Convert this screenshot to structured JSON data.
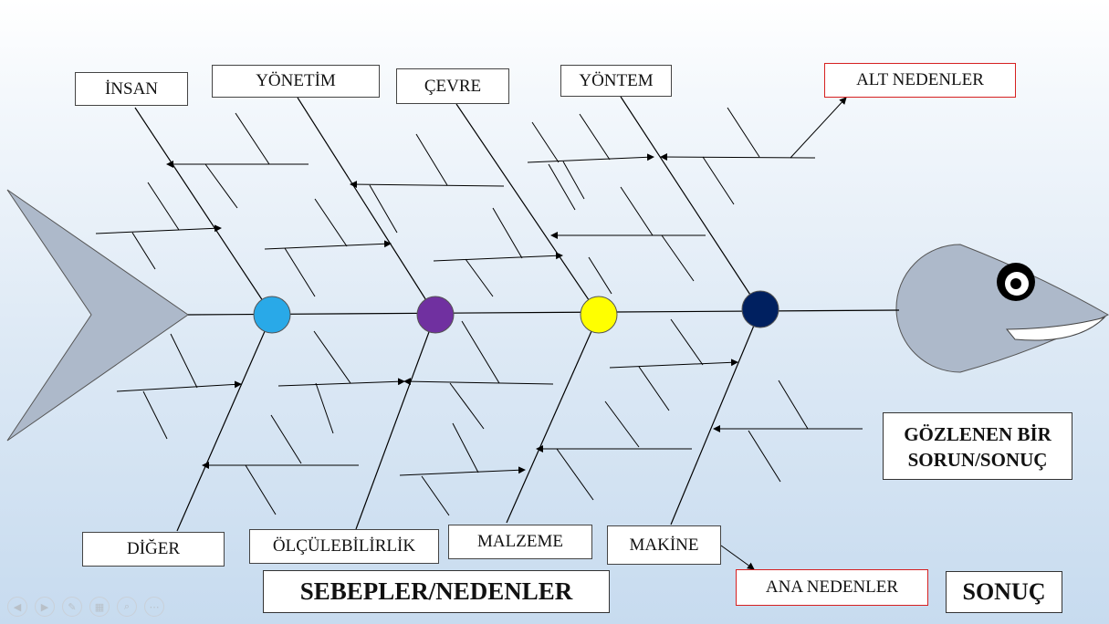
{
  "cause_categories_top": [
    "İNSAN",
    "YÖNETİM",
    "ÇEVRE",
    "YÖNTEM"
  ],
  "cause_categories_bottom": [
    "DİĞER",
    "ÖLÇÜLEBİLİRLİK",
    "MALZEME",
    "MAKİNE"
  ],
  "callouts": {
    "sub_causes": "ALT NEDENLER",
    "main_causes": "ANA NEDENLER"
  },
  "effect": {
    "line1": "GÖZLENEN BİR",
    "line2": "SORUN/SONUÇ"
  },
  "footer": {
    "causes": "SEBEPLER/NEDENLER",
    "result": "SONUÇ"
  },
  "node_colors": [
    "#29a9e8",
    "#7030a0",
    "#ffff00",
    "#002060"
  ],
  "fish_color": "#adb9ca",
  "icons": [
    "previous-icon",
    "next-icon",
    "pen-icon",
    "slides-icon",
    "zoom-icon",
    "more-icon"
  ]
}
